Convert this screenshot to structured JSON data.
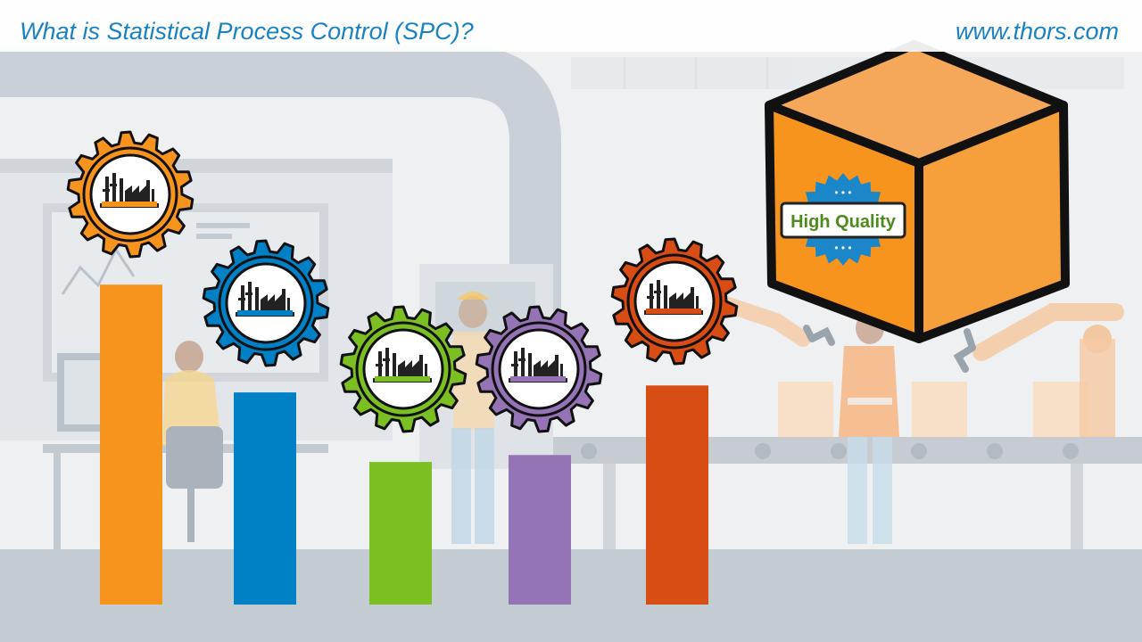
{
  "header": {
    "title": "What is Statistical Process Control (SPC)?",
    "site": "www.thors.com"
  },
  "badge": {
    "label": "High Quality",
    "dots": "• • •"
  },
  "bars": [
    {
      "name": "bar-orange",
      "color": "#f7941d",
      "level": 0.92
    },
    {
      "name": "bar-blue",
      "color": "#0081c6",
      "level": 0.61
    },
    {
      "name": "bar-green",
      "color": "#7bbf23",
      "level": 0.41
    },
    {
      "name": "bar-purple",
      "color": "#9474b5",
      "level": 0.43
    },
    {
      "name": "bar-red",
      "color": "#d84d13",
      "level": 0.63
    }
  ],
  "colors": {
    "accent": "#1a82c4",
    "box_front": "#f7941d",
    "box_top": "#f6a85a",
    "seal": "#1b87c9",
    "badge_text": "#4f8a1d"
  },
  "icons": [
    "factory-icon",
    "seal-icon"
  ]
}
